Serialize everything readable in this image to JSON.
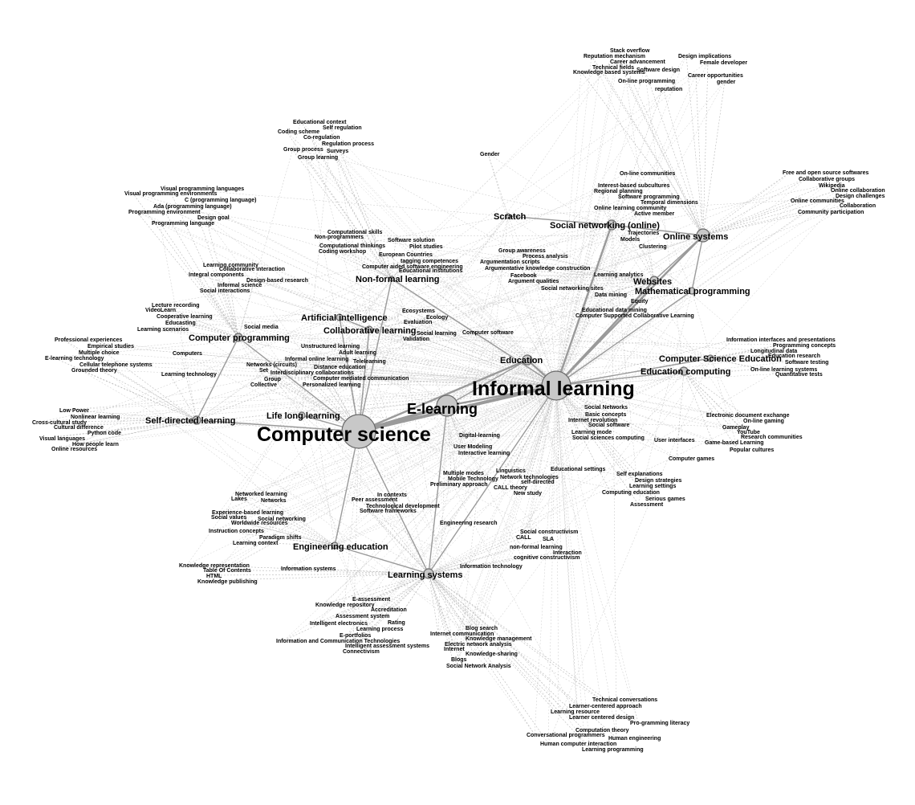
{
  "colors": {
    "background": "#ffffff",
    "edge": "#9a9a9a",
    "edge_minor": "#b8b8b8",
    "node_fill": "#c8c8c8",
    "node_stroke": "#6a6a6a",
    "text": "#000000"
  },
  "hubs": [
    {
      "id": "cs",
      "label": "Computer science",
      "tier": 1
    },
    {
      "id": "il",
      "label": "Informal learning",
      "tier": 1
    },
    {
      "id": "el",
      "label": "E-learning",
      "tier": 2
    },
    {
      "id": "edu",
      "label": "Education",
      "tier": 3
    },
    {
      "id": "os",
      "label": "Online systems",
      "tier": 3
    },
    {
      "id": "sno",
      "label": "Social networking (online)",
      "tier": 3
    },
    {
      "id": "web",
      "label": "Websites",
      "tier": 3
    },
    {
      "id": "mp",
      "label": "Mathematical programming",
      "tier": 3
    },
    {
      "id": "cp",
      "label": "Computer programming",
      "tier": 3
    },
    {
      "id": "sdl",
      "label": "Self-directed learning",
      "tier": 3
    },
    {
      "id": "ls",
      "label": "Learning systems",
      "tier": 3
    },
    {
      "id": "ec",
      "label": "Education computing",
      "tier": 3
    },
    {
      "id": "cse",
      "label": "Computer Science Education",
      "tier": 3
    },
    {
      "id": "ee",
      "label": "Engineering education",
      "tier": 3
    },
    {
      "id": "ai",
      "label": "Artificial intelligence",
      "tier": 3
    },
    {
      "id": "cl",
      "label": "Collaborative learning",
      "tier": 3
    },
    {
      "id": "nfl",
      "label": "Non-formal learning",
      "tier": 3
    },
    {
      "id": "lll",
      "label": "Life long learning",
      "tier": 3
    },
    {
      "id": "scratch",
      "label": "Scratch",
      "tier": 3
    }
  ],
  "labels": [
    {
      "text": "Stack overflow",
      "hub": "os"
    },
    {
      "text": "Reputation mechanism",
      "hub": "os"
    },
    {
      "text": "Career advancement",
      "hub": "os"
    },
    {
      "text": "Design implications",
      "hub": "os"
    },
    {
      "text": "Female developer",
      "hub": "os"
    },
    {
      "text": "Technical fields",
      "hub": "os"
    },
    {
      "text": "Knowledge based systems",
      "hub": "os"
    },
    {
      "text": "Software design",
      "hub": "os"
    },
    {
      "text": "Career opportunities",
      "hub": "os"
    },
    {
      "text": "On-line programming",
      "hub": "os"
    },
    {
      "text": "gender",
      "hub": "os"
    },
    {
      "text": "reputation",
      "hub": "os"
    },
    {
      "text": "Educational context",
      "hub": "nfl"
    },
    {
      "text": "Self regulation",
      "hub": "nfl"
    },
    {
      "text": "Coding scheme",
      "hub": "nfl"
    },
    {
      "text": "Co-regulation",
      "hub": "nfl"
    },
    {
      "text": "Regulation process",
      "hub": "nfl"
    },
    {
      "text": "Group process",
      "hub": "nfl"
    },
    {
      "text": "Surveys",
      "hub": "nfl"
    },
    {
      "text": "Group learning",
      "hub": "nfl"
    },
    {
      "text": "Gender",
      "hub": "scratch"
    },
    {
      "text": "On-line communities",
      "hub": "sno"
    },
    {
      "text": "Free and open source softwares",
      "hub": "os"
    },
    {
      "text": "Collaborative groups",
      "hub": "os"
    },
    {
      "text": "Wikipedia",
      "hub": "os"
    },
    {
      "text": "Online collaboration",
      "hub": "os"
    },
    {
      "text": "Design challenges",
      "hub": "os"
    },
    {
      "text": "Online communities",
      "hub": "os"
    },
    {
      "text": "Collaboration",
      "hub": "os"
    },
    {
      "text": "Community participation",
      "hub": "os"
    },
    {
      "text": "Interest-based subcultures",
      "hub": "sno"
    },
    {
      "text": "Regional planning",
      "hub": "sno"
    },
    {
      "text": "Software programming",
      "hub": "sno"
    },
    {
      "text": "Temporal dimensions",
      "hub": "sno"
    },
    {
      "text": "Online learning community",
      "hub": "sno"
    },
    {
      "text": "Active member",
      "hub": "sno"
    },
    {
      "text": "Visual programming languages",
      "hub": "cp"
    },
    {
      "text": "Visual programming environments",
      "hub": "cp"
    },
    {
      "text": "C (programming language)",
      "hub": "cp"
    },
    {
      "text": "Ada (programming language)",
      "hub": "cp"
    },
    {
      "text": "Programming environment",
      "hub": "cp"
    },
    {
      "text": "Design goal",
      "hub": "cp"
    },
    {
      "text": "Programming language",
      "hub": "cp"
    },
    {
      "text": "Computational skills",
      "hub": "nfl"
    },
    {
      "text": "Non-programmers",
      "hub": "nfl"
    },
    {
      "text": "Computational thinkings",
      "hub": "nfl"
    },
    {
      "text": "Coding workshop",
      "hub": "nfl"
    },
    {
      "text": "Software solution",
      "hub": "nfl"
    },
    {
      "text": "Pilot studies",
      "hub": "nfl"
    },
    {
      "text": "European Countries",
      "hub": "nfl"
    },
    {
      "text": "tagging competences",
      "hub": "nfl"
    },
    {
      "text": "Computer aided software engineering",
      "hub": "nfl"
    },
    {
      "text": "Educational institutions",
      "hub": "nfl"
    },
    {
      "text": "Group awareness",
      "hub": "web"
    },
    {
      "text": "Process analysis",
      "hub": "web"
    },
    {
      "text": "Argumentation scripts",
      "hub": "web"
    },
    {
      "text": "Argumentative knowledge construction",
      "hub": "web"
    },
    {
      "text": "Facebook",
      "hub": "web"
    },
    {
      "text": "Argument qualities",
      "hub": "web"
    },
    {
      "text": "Trajectories",
      "hub": "web"
    },
    {
      "text": "Models",
      "hub": "web"
    },
    {
      "text": "Clustering",
      "hub": "web"
    },
    {
      "text": "Learning analytics",
      "hub": "web"
    },
    {
      "text": "Social networking sites",
      "hub": "web"
    },
    {
      "text": "Data mining",
      "hub": "web"
    },
    {
      "text": "Equity",
      "hub": "web"
    },
    {
      "text": "Educational data mining",
      "hub": "web"
    },
    {
      "text": "Computer Supported Collaborative Learning",
      "hub": "web"
    },
    {
      "text": "Learning community",
      "hub": "cp"
    },
    {
      "text": "Collaborative interaction",
      "hub": "cp"
    },
    {
      "text": "Integral components",
      "hub": "cp"
    },
    {
      "text": "Design-based research",
      "hub": "cp"
    },
    {
      "text": "Informal science",
      "hub": "cp"
    },
    {
      "text": "Social interactions",
      "hub": "cp"
    },
    {
      "text": "Lecture recording",
      "hub": "cp"
    },
    {
      "text": "VideoLearn",
      "hub": "cp"
    },
    {
      "text": "Cooperative learning",
      "hub": "cp"
    },
    {
      "text": "Educasting",
      "hub": "cp"
    },
    {
      "text": "Learning scenarios",
      "hub": "cp"
    },
    {
      "text": "Social media",
      "hub": "cp"
    },
    {
      "text": "Ecosystems",
      "hub": "cl"
    },
    {
      "text": "Ecology",
      "hub": "cl"
    },
    {
      "text": "Evaluation",
      "hub": "cl"
    },
    {
      "text": "Social learning",
      "hub": "cl"
    },
    {
      "text": "Validation",
      "hub": "cl"
    },
    {
      "text": "Computer software",
      "hub": "edu"
    },
    {
      "text": "Professional experiences",
      "hub": "sdl"
    },
    {
      "text": "Empirical studies",
      "hub": "sdl"
    },
    {
      "text": "Multiple choice",
      "hub": "sdl"
    },
    {
      "text": "E-learning technology",
      "hub": "sdl"
    },
    {
      "text": "Cellular telephone systems",
      "hub": "sdl"
    },
    {
      "text": "Grounded theory",
      "hub": "sdl"
    },
    {
      "text": "Computers",
      "hub": "sdl"
    },
    {
      "text": "Learning technology",
      "hub": "sdl"
    },
    {
      "text": "Unstructured learning",
      "hub": "cs"
    },
    {
      "text": "Adult learning",
      "hub": "cs"
    },
    {
      "text": "Informal online learning",
      "hub": "cs"
    },
    {
      "text": "Telelearning",
      "hub": "cs"
    },
    {
      "text": "Networks (circuits)",
      "hub": "cs"
    },
    {
      "text": "Set",
      "hub": "cs"
    },
    {
      "text": "Distance education",
      "hub": "cs"
    },
    {
      "text": "Interdisciplinary collaborations",
      "hub": "cs"
    },
    {
      "text": "Group",
      "hub": "cs"
    },
    {
      "text": "Computer mediated communication",
      "hub": "cs"
    },
    {
      "text": "Collective",
      "hub": "cs"
    },
    {
      "text": "Personalized learning",
      "hub": "cs"
    },
    {
      "text": "Information interfaces and presentations",
      "hub": "cse"
    },
    {
      "text": "Programming concepts",
      "hub": "cse"
    },
    {
      "text": "Longitudinal data",
      "hub": "cse"
    },
    {
      "text": "Education research",
      "hub": "cse"
    },
    {
      "text": "Software testing",
      "hub": "cse"
    },
    {
      "text": "On-line learning systems",
      "hub": "cse"
    },
    {
      "text": "Quantitative tests",
      "hub": "cse"
    },
    {
      "text": "Low Power",
      "hub": "sdl"
    },
    {
      "text": "Nonlinear learning",
      "hub": "sdl"
    },
    {
      "text": "Cross-cultural study",
      "hub": "sdl"
    },
    {
      "text": "Cultural difference",
      "hub": "sdl"
    },
    {
      "text": "Python code",
      "hub": "sdl"
    },
    {
      "text": "Visual languages",
      "hub": "sdl"
    },
    {
      "text": "How people learn",
      "hub": "sdl"
    },
    {
      "text": "Online resources",
      "hub": "sdl"
    },
    {
      "text": "Social Networks",
      "hub": "il"
    },
    {
      "text": "Basic concepts",
      "hub": "il"
    },
    {
      "text": "Internet revolution",
      "hub": "il"
    },
    {
      "text": "Social software",
      "hub": "il"
    },
    {
      "text": "Learning mode",
      "hub": "il"
    },
    {
      "text": "Social sciences computing",
      "hub": "il"
    },
    {
      "text": "User interfaces",
      "hub": "il"
    },
    {
      "text": "Electronic document exchange",
      "hub": "ec"
    },
    {
      "text": "On-line gaming",
      "hub": "ec"
    },
    {
      "text": "Gameplay",
      "hub": "ec"
    },
    {
      "text": "YouTube",
      "hub": "ec"
    },
    {
      "text": "Research communities",
      "hub": "ec"
    },
    {
      "text": "Game-based Learning",
      "hub": "ec"
    },
    {
      "text": "Popular cultures",
      "hub": "ec"
    },
    {
      "text": "Computer games",
      "hub": "ec"
    },
    {
      "text": "Digital-learning",
      "hub": "el"
    },
    {
      "text": "User Modeling",
      "hub": "el"
    },
    {
      "text": "Interactive learning",
      "hub": "el"
    },
    {
      "text": "Multiple modes",
      "hub": "el"
    },
    {
      "text": "Mobile Technology",
      "hub": "el"
    },
    {
      "text": "Preliminary approach",
      "hub": "el"
    },
    {
      "text": "Linguistics",
      "hub": "il"
    },
    {
      "text": "Network technologies",
      "hub": "il"
    },
    {
      "text": "self-directed",
      "hub": "il"
    },
    {
      "text": "CALL theory",
      "hub": "il"
    },
    {
      "text": "New study",
      "hub": "il"
    },
    {
      "text": "Educational settings",
      "hub": "il"
    },
    {
      "text": "Self explanations",
      "hub": "il"
    },
    {
      "text": "Design strategies",
      "hub": "il"
    },
    {
      "text": "Learning settings",
      "hub": "il"
    },
    {
      "text": "Computing education",
      "hub": "il"
    },
    {
      "text": "Serious games",
      "hub": "il"
    },
    {
      "text": "Assessment",
      "hub": "il"
    },
    {
      "text": "Networked learning",
      "hub": "ee"
    },
    {
      "text": "Lakes",
      "hub": "ee"
    },
    {
      "text": "Networks",
      "hub": "ee"
    },
    {
      "text": "Experience-based learning",
      "hub": "ee"
    },
    {
      "text": "Social values",
      "hub": "ee"
    },
    {
      "text": "Social networking",
      "hub": "ee"
    },
    {
      "text": "Worldwide resources",
      "hub": "ee"
    },
    {
      "text": "Instruction concepts",
      "hub": "ee"
    },
    {
      "text": "Paradigm shifts",
      "hub": "ee"
    },
    {
      "text": "Learning context",
      "hub": "ee"
    },
    {
      "text": "In contexts",
      "hub": "ls"
    },
    {
      "text": "Peer assessment",
      "hub": "ls"
    },
    {
      "text": "Technological development",
      "hub": "ls"
    },
    {
      "text": "Software frameworks",
      "hub": "ls"
    },
    {
      "text": "Engineering research",
      "hub": "ls"
    },
    {
      "text": "Social constructivism",
      "hub": "ls"
    },
    {
      "text": "CALL",
      "hub": "ls"
    },
    {
      "text": "SLA",
      "hub": "ls"
    },
    {
      "text": "non-formal learning",
      "hub": "ls"
    },
    {
      "text": "Interaction",
      "hub": "ls"
    },
    {
      "text": "cognitive constructivism",
      "hub": "ls"
    },
    {
      "text": "Information technology",
      "hub": "ls"
    },
    {
      "text": "Knowledge representation",
      "hub": "ls"
    },
    {
      "text": "Table Of Contents",
      "hub": "ls"
    },
    {
      "text": "Information systems",
      "hub": "ls"
    },
    {
      "text": "HTML",
      "hub": "ls"
    },
    {
      "text": "Knowledge publishing",
      "hub": "ls"
    },
    {
      "text": "E-assessment",
      "hub": "ls"
    },
    {
      "text": "Knowledge repository",
      "hub": "ls"
    },
    {
      "text": "Accreditation",
      "hub": "ls"
    },
    {
      "text": "Assessment system",
      "hub": "ls"
    },
    {
      "text": "Intelligent electronics",
      "hub": "ls"
    },
    {
      "text": "Rating",
      "hub": "ls"
    },
    {
      "text": "Learning process",
      "hub": "ls"
    },
    {
      "text": "E-portfolios",
      "hub": "ls"
    },
    {
      "text": "Information and Communication Technologies",
      "hub": "ls"
    },
    {
      "text": "Intelligent assessment systems",
      "hub": "ls"
    },
    {
      "text": "Connectivism",
      "hub": "ls"
    },
    {
      "text": "Blog search",
      "hub": "ls"
    },
    {
      "text": "Internet communication",
      "hub": "ls"
    },
    {
      "text": "Knowledge management",
      "hub": "ls"
    },
    {
      "text": "Electric network analysis",
      "hub": "ls"
    },
    {
      "text": "Internet",
      "hub": "ls"
    },
    {
      "text": "Knowledge-sharing",
      "hub": "ls"
    },
    {
      "text": "Blogs",
      "hub": "ls"
    },
    {
      "text": "Social Network Analysis",
      "hub": "ls"
    },
    {
      "text": "Technical conversations",
      "hub": "ls"
    },
    {
      "text": "Learner-centered approach",
      "hub": "ls"
    },
    {
      "text": "Learning resource",
      "hub": "ls"
    },
    {
      "text": "Learner centered design",
      "hub": "ls"
    },
    {
      "text": "Pro-gramming literacy",
      "hub": "ls"
    },
    {
      "text": "Computation theory",
      "hub": "ls"
    },
    {
      "text": "Conversational programmers",
      "hub": "ls"
    },
    {
      "text": "Human engineering",
      "hub": "ls"
    },
    {
      "text": "Human computer interaction",
      "hub": "ls"
    },
    {
      "text": "Learning programming",
      "hub": "ls"
    }
  ],
  "strong_edges": [
    [
      "cs",
      "il"
    ],
    [
      "cs",
      "el"
    ],
    [
      "el",
      "il"
    ],
    [
      "cs",
      "edu"
    ],
    [
      "il",
      "edu"
    ],
    [
      "il",
      "os"
    ],
    [
      "il",
      "sno"
    ],
    [
      "il",
      "web"
    ],
    [
      "il",
      "mp"
    ],
    [
      "cs",
      "cp"
    ],
    [
      "cs",
      "sdl"
    ],
    [
      "cs",
      "lll"
    ],
    [
      "cs",
      "ls"
    ],
    [
      "cs",
      "ee"
    ],
    [
      "cs",
      "cl"
    ],
    [
      "cs",
      "ai"
    ],
    [
      "el",
      "ls"
    ],
    [
      "il",
      "ls"
    ],
    [
      "il",
      "cse"
    ],
    [
      "il",
      "ec"
    ],
    [
      "il",
      "nfl"
    ],
    [
      "scratch",
      "sno"
    ],
    [
      "sno",
      "os"
    ],
    [
      "web",
      "os"
    ],
    [
      "mp",
      "os"
    ],
    [
      "cs",
      "nfl"
    ],
    [
      "cp",
      "sdl"
    ],
    [
      "el",
      "edu"
    ],
    [
      "ls",
      "ee"
    ],
    [
      "cl",
      "ai"
    ]
  ]
}
